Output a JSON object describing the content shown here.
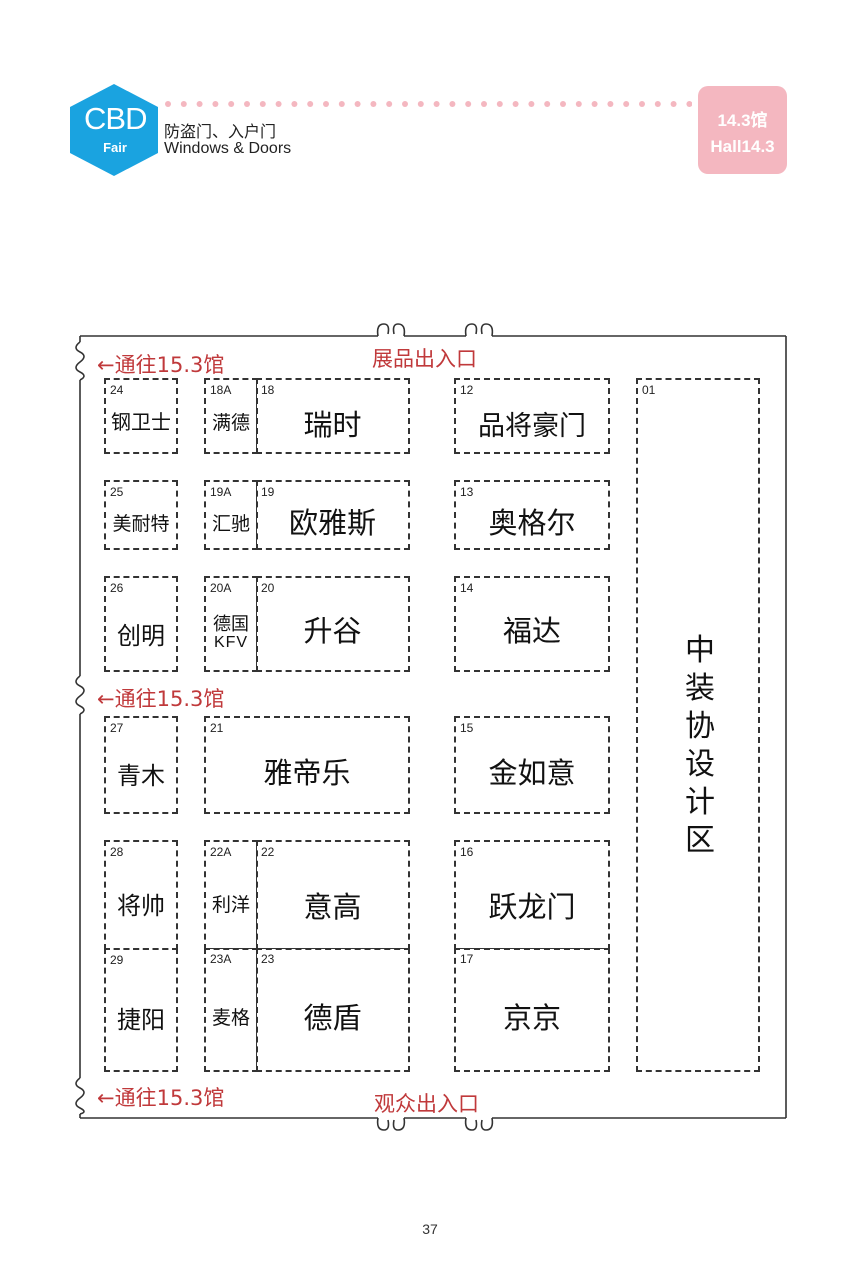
{
  "header": {
    "logo_text": "CBD",
    "logo_sub": "Fair",
    "category_cn": "防盗门、入户门",
    "category_en": "Windows & Doors",
    "hall_cn": "14.3馆",
    "hall_en": "Hall14.3",
    "colors": {
      "logo_blue": "#1aa3e0",
      "badge_pink": "#f4b7c0",
      "dots": "#f4b7c0",
      "label_red": "#c0393b"
    }
  },
  "map": {
    "top_entrance": "展品出入口",
    "bottom_entrance": "观众出入口",
    "passage": "←通往15.3馆",
    "booths": [
      {
        "num": "24",
        "name": "钢卫士"
      },
      {
        "num": "25",
        "name": "美耐特"
      },
      {
        "num": "26",
        "name": "创明"
      },
      {
        "num": "27",
        "name": "青木"
      },
      {
        "num": "28",
        "name": "将帅"
      },
      {
        "num": "29",
        "name": "捷阳"
      },
      {
        "num": "18A",
        "name": "满德"
      },
      {
        "num": "18",
        "name": "瑞时"
      },
      {
        "num": "19A",
        "name": "汇驰"
      },
      {
        "num": "19",
        "name": "欧雅斯"
      },
      {
        "num": "20A",
        "name": "德国",
        "name2": "KFV"
      },
      {
        "num": "20",
        "name": "升谷"
      },
      {
        "num": "21",
        "name": "雅帝乐"
      },
      {
        "num": "22A",
        "name": "利洋"
      },
      {
        "num": "22",
        "name": "意高"
      },
      {
        "num": "23A",
        "name": "麦格"
      },
      {
        "num": "23",
        "name": "德盾"
      },
      {
        "num": "12",
        "name": "品将豪门"
      },
      {
        "num": "13",
        "name": "奥格尔"
      },
      {
        "num": "14",
        "name": "福达"
      },
      {
        "num": "15",
        "name": "金如意"
      },
      {
        "num": "16",
        "name": "跃龙门"
      },
      {
        "num": "17",
        "name": "京京"
      },
      {
        "num": "01",
        "name": "中装协设计区"
      }
    ]
  },
  "page_number": "37"
}
